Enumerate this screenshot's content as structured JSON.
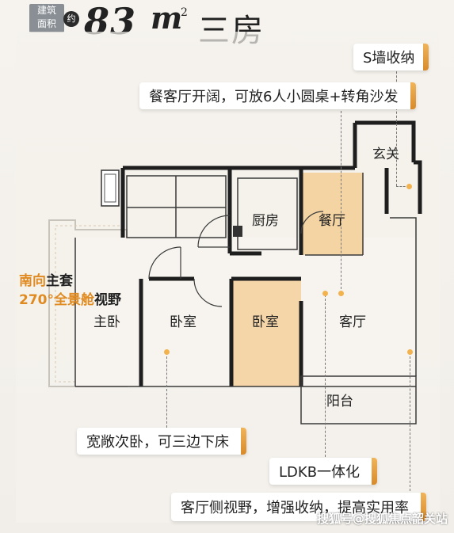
{
  "header": {
    "badge_line1": "建筑",
    "badge_line2": "面积",
    "yue": "约",
    "area_number": "83",
    "area_unit": "m",
    "area_sup": "2",
    "rooms": "三房"
  },
  "callouts": {
    "s_wall": "S墙收纳",
    "dining_living": "餐客厅开阔，可放6人小圆桌+转角沙发",
    "bedroom": "宽敞次卧，可三边下床",
    "ldkb": "LDKB一体化",
    "living_side": "客厅侧视野，增强收纳，提高实用率"
  },
  "master_note": {
    "line1_orange": "南向",
    "line1_dark": "主套",
    "line2_orange": "270°全景舱",
    "line2_dark": "视野"
  },
  "rooms": {
    "foyer": "玄关",
    "kitchen": "厨房",
    "dining": "餐厅",
    "master": "主卧",
    "bedroom1": "卧室",
    "bedroom2": "卧室",
    "living": "客厅",
    "balcony": "阳台"
  },
  "watermark": "搜狐号@搜狐焦点韶关站",
  "colors": {
    "accent_orange": "#e08a22",
    "highlight_fill": "#f3c98a",
    "wall": "#1e1e1e"
  }
}
